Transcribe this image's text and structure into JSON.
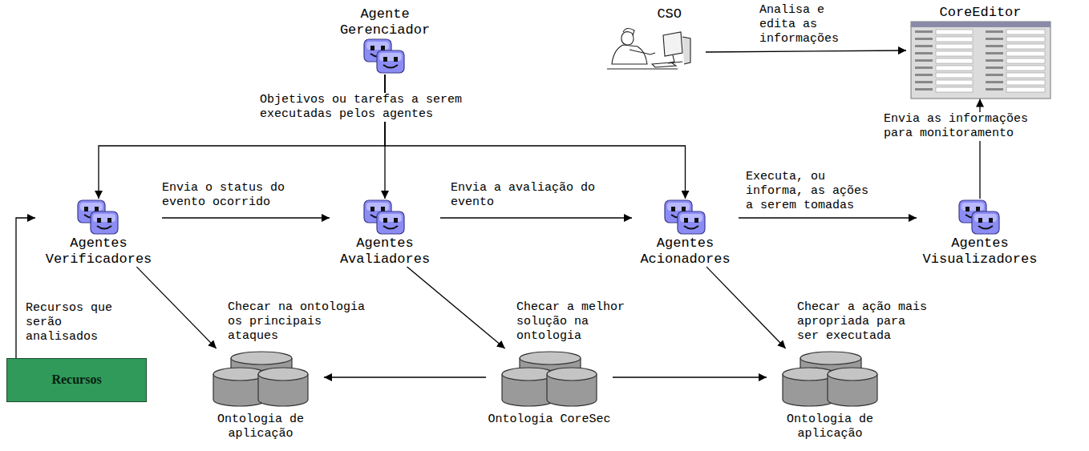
{
  "diagram": {
    "nodes": [
      {
        "text": [
          "Agente Gerenciador"
        ]
      },
      {
        "text": [
          "CSO"
        ]
      },
      {
        "text": [
          "CoreEditor"
        ]
      },
      {
        "text": [
          "Agentes Verificadores"
        ]
      },
      {
        "text": [
          "Agentes Avaliadores"
        ]
      },
      {
        "text": [
          "Agentes Acionadores"
        ]
      },
      {
        "text": [
          "Agentes Visualizadores"
        ]
      },
      {
        "text": [
          "Recursos"
        ]
      },
      {
        "text": [
          "Ontologia de aplicação"
        ]
      },
      {
        "text": [
          "Ontologia CoreSec"
        ]
      },
      {
        "text": [
          "Ontologia de aplicação"
        ]
      }
    ],
    "edges": [
      {
        "from": 0,
        "to": 3,
        "arrow": "to"
      },
      {
        "from": 0,
        "to": 4,
        "arrow": "to",
        "label": "Objetivos ou tarefas a serem executadas pelos agentes"
      },
      {
        "from": 0,
        "to": 5,
        "arrow": "to"
      },
      {
        "from": 3,
        "to": 4,
        "arrow": "to",
        "label": "Envia o status do evento ocorrido"
      },
      {
        "from": 4,
        "to": 5,
        "arrow": "to",
        "label": "Envia a avaliação do evento"
      },
      {
        "from": 5,
        "to": 6,
        "arrow": "to",
        "label": "Executa, ou informa, as ações a serem tomadas"
      },
      {
        "from": 6,
        "to": 2,
        "arrow": "to",
        "label": "Envia as informações para monitoramento"
      },
      {
        "from": 1,
        "to": 2,
        "arrow": "to",
        "label": "Analisa e edita as informações"
      },
      {
        "from": 7,
        "to": 3,
        "arrow": "to",
        "label": "Recursos que serão analisados"
      },
      {
        "from": 3,
        "to": 8,
        "arrow": "to",
        "label": "Checar na ontologia os principais ataques"
      },
      {
        "from": 4,
        "to": 9,
        "arrow": "to",
        "label": "Checar a melhor solução na ontologia"
      },
      {
        "from": 5,
        "to": 10,
        "arrow": "to",
        "label": "Checar a ação mais apropriada para ser executada"
      },
      {
        "from": 9,
        "to": 8,
        "arrow": "to"
      },
      {
        "from": 9,
        "to": 10,
        "arrow": "to"
      }
    ]
  }
}
